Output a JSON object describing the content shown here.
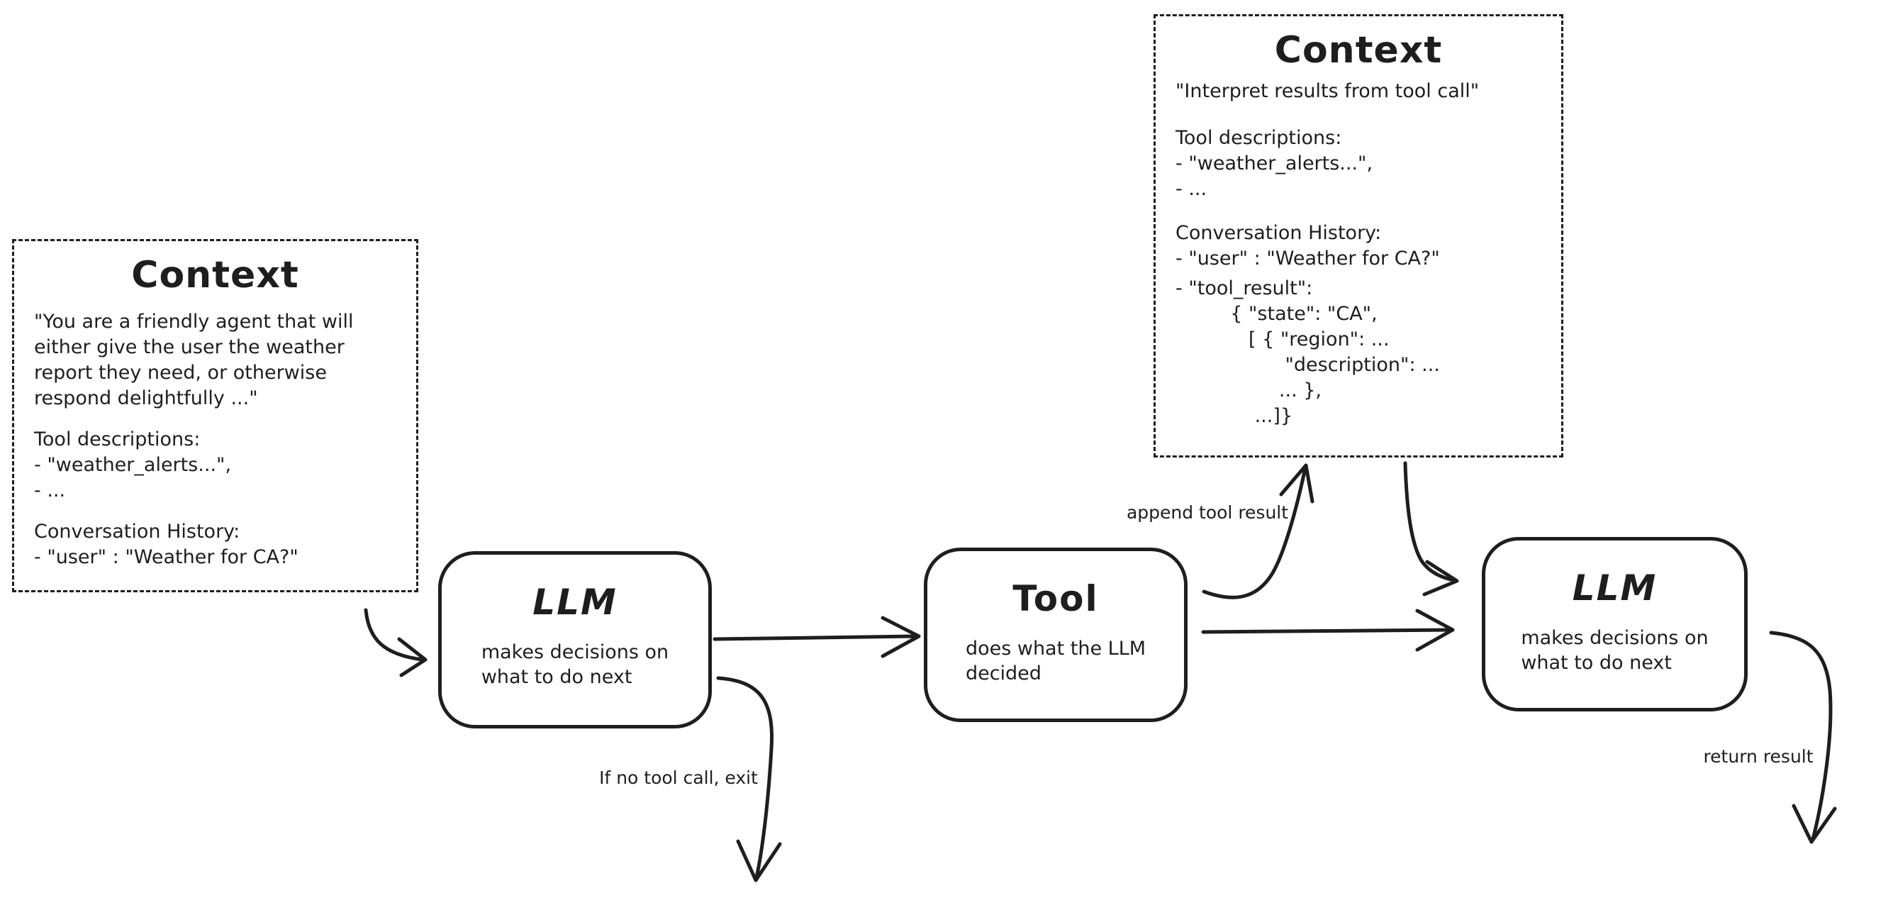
{
  "canvas": {
    "background": "#ffffff",
    "ink": "#1e1e1e"
  },
  "left_context": {
    "title": "Context",
    "system_prompt": "\"You are a friendly agent that will\neither give the user the weather\nreport they need, or otherwise\nrespond delightfully ...\"",
    "tool_descriptions": "Tool descriptions:\n- \"weather_alerts...\",\n- ...",
    "conversation_history": "Conversation History:\n- \"user\" : \"Weather for CA?\""
  },
  "right_context": {
    "title": "Context",
    "system_prompt": "\"Interpret results from tool call\"",
    "tool_descriptions": "Tool descriptions:\n- \"weather_alerts...\",\n- ...",
    "conversation_history": "Conversation History:\n- \"user\" : \"Weather for CA?\"",
    "tool_result": "- \"tool_result\":\n         { \"state\": \"CA\",\n            [ { \"region\": ...\n                  \"description\": ...\n                 ... },\n             ...]}"
  },
  "nodes": {
    "llm1": {
      "title": "LLM",
      "subtitle": "makes decisions on\nwhat to do next"
    },
    "tool": {
      "title": "Tool",
      "subtitle": "does what the LLM\ndecided"
    },
    "llm2": {
      "title": "LLM",
      "subtitle": "makes decisions on\nwhat to do next"
    }
  },
  "edge_labels": {
    "append_tool_result": "append tool result",
    "if_no_tool_call_exit": "If no tool call, exit",
    "return_result": "return result"
  }
}
